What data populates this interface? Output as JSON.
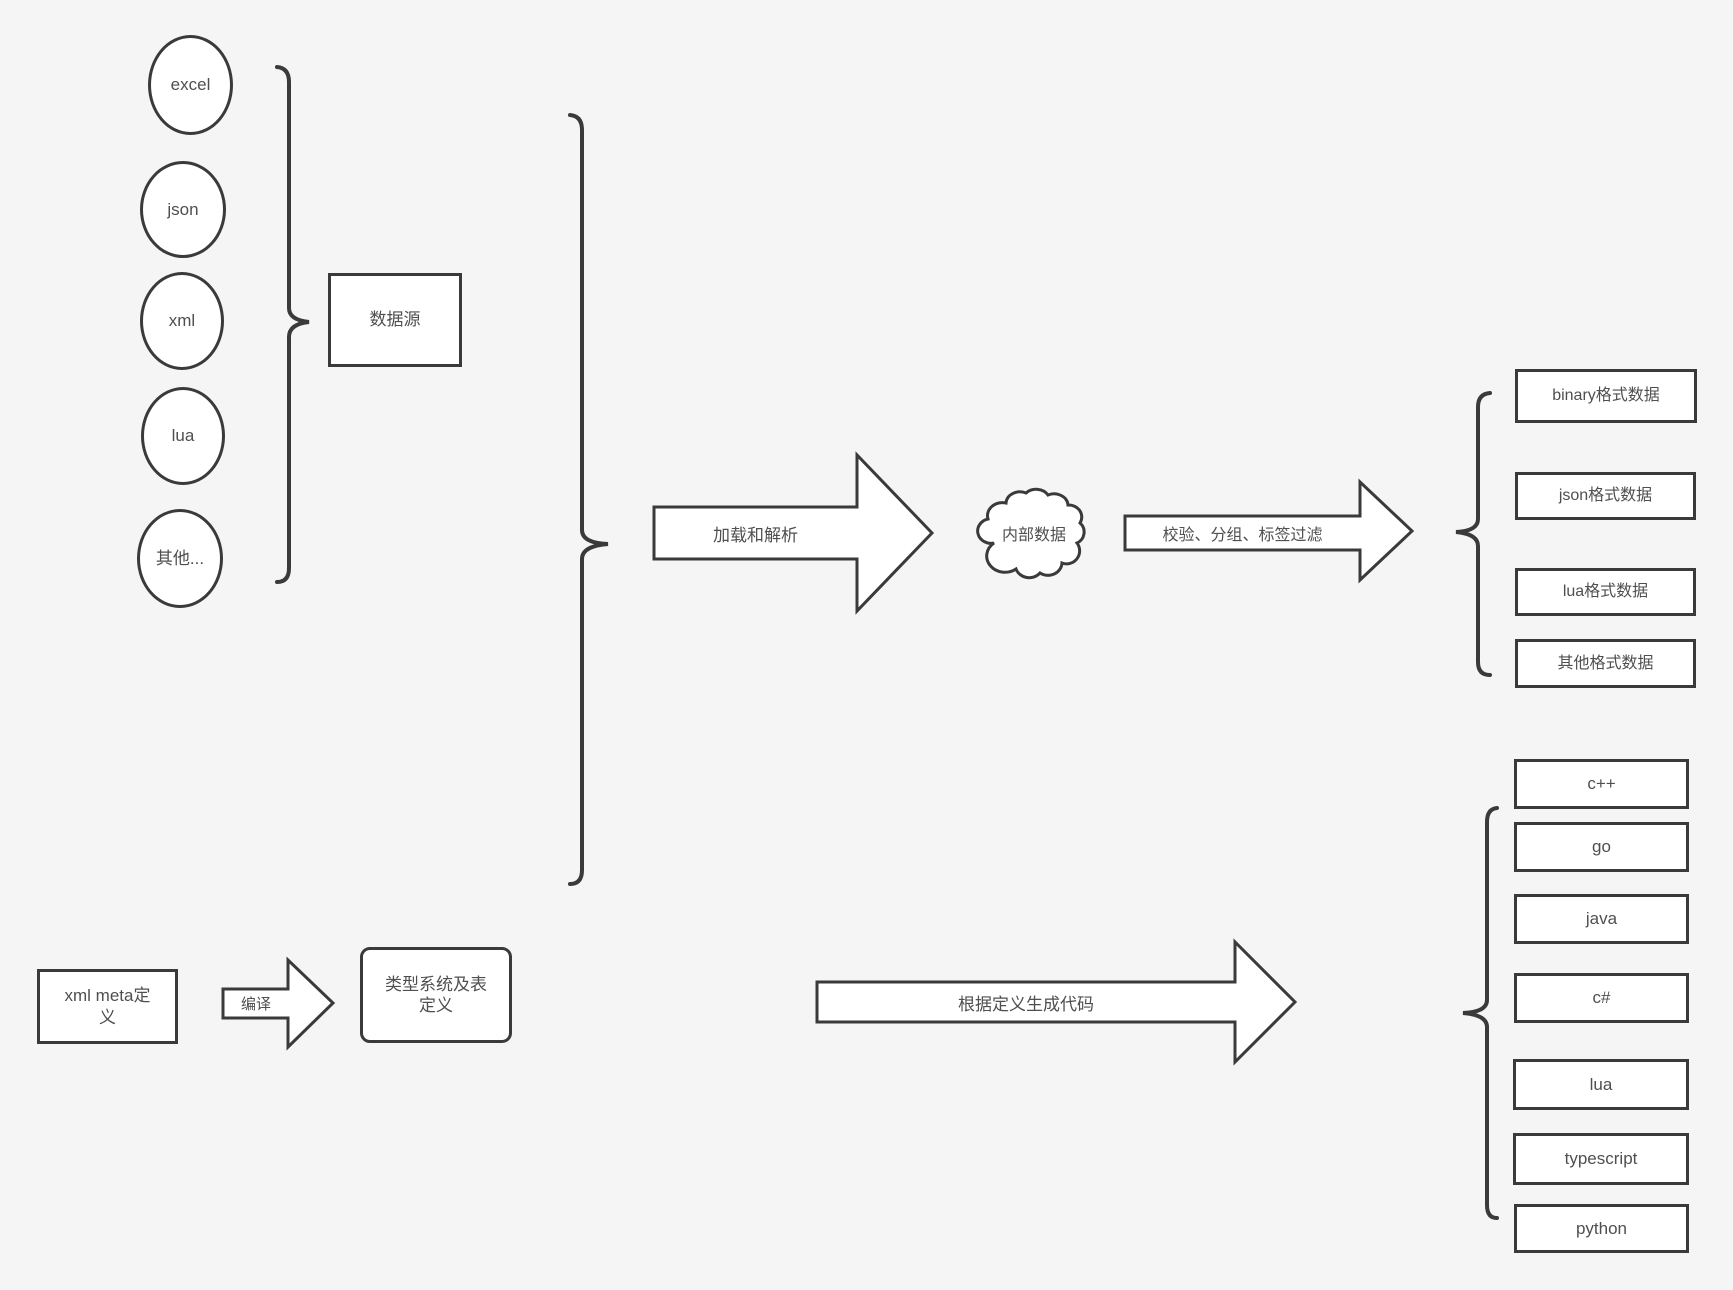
{
  "colors": {
    "background": "#f5f5f5",
    "stroke": "#3a3a3a",
    "text": "#4f4f4f"
  },
  "sources": {
    "items": [
      {
        "label": "excel"
      },
      {
        "label": "json"
      },
      {
        "label": "xml"
      },
      {
        "label": "lua"
      },
      {
        "label": "其他..."
      }
    ],
    "group_label": "数据源"
  },
  "pipeline": {
    "load_arrow_label": "加载和解析",
    "cloud_label": "内部数据",
    "filter_arrow_label": "校验、分组、标签过滤",
    "output_formats": [
      {
        "label": "binary格式数据"
      },
      {
        "label": "json格式数据"
      },
      {
        "label": "lua格式数据"
      },
      {
        "label": "其他格式数据"
      }
    ]
  },
  "codegen": {
    "meta_box_label": "xml meta定义",
    "compile_arrow_label": "编译",
    "type_system_box_label": "类型系统及表定义",
    "generate_arrow_label": "根据定义生成代码",
    "languages": [
      {
        "label": "c++"
      },
      {
        "label": "go"
      },
      {
        "label": "java"
      },
      {
        "label": "c#"
      },
      {
        "label": "lua"
      },
      {
        "label": "typescript"
      },
      {
        "label": "python"
      }
    ]
  }
}
